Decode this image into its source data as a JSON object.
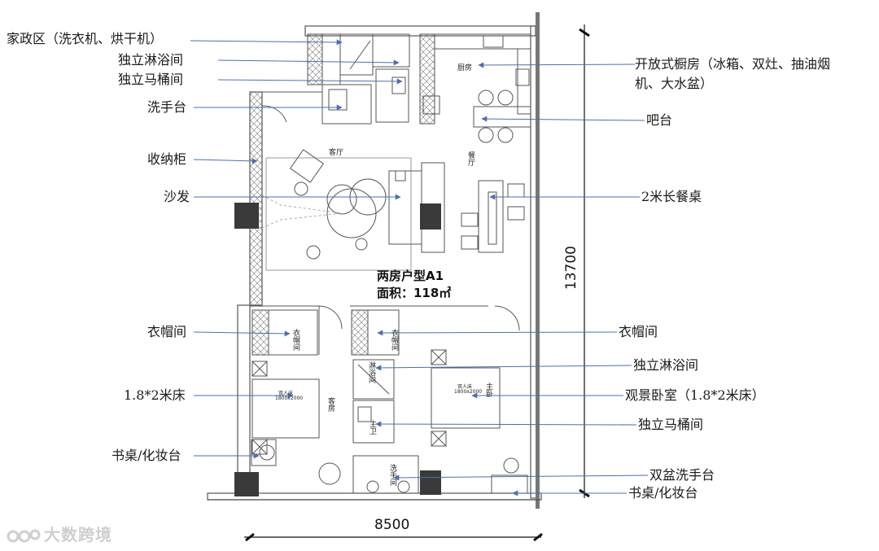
{
  "plan": {
    "title_line1": "两房户型A1",
    "title_line2": "面积：118㎡",
    "dim_width": "8500",
    "dim_height": "13700"
  },
  "rooms": {
    "kitchen": "厨房",
    "living": "客厅",
    "dining": "餐厅",
    "guest_closet": "衣帽间",
    "guest_room": "客房",
    "master_closet": "衣帽间",
    "shower": "淋浴间",
    "master": "主卧",
    "master_wc": "主卫",
    "vanity": "洗手间",
    "bed_small_1": "双人床",
    "bed_small_2": "1800x2000",
    "bed_small_3": "双人床",
    "bed_small_4": "1800x2000"
  },
  "labels_left": [
    "家政区（洗衣机、烘干机）",
    "独立淋浴间",
    "独立马桶间",
    "洗手台",
    "收纳柜",
    "沙发",
    "衣帽间",
    "1.8*2米床",
    "书桌/化妆台"
  ],
  "labels_right": [
    "开放式橱房（冰箱、双灶、抽油烟",
    "机、大水盆）",
    "吧台",
    "2米长餐桌",
    "衣帽间",
    "独立淋浴间",
    "观景卧室（1.8*2米床）",
    "独立马桶间",
    "双盆洗手台",
    "书桌/化妆台"
  ],
  "watermark": "大数跨境",
  "colors": {
    "arrow": "#4a6fb5",
    "wall": "#555555",
    "column": "#333333"
  }
}
